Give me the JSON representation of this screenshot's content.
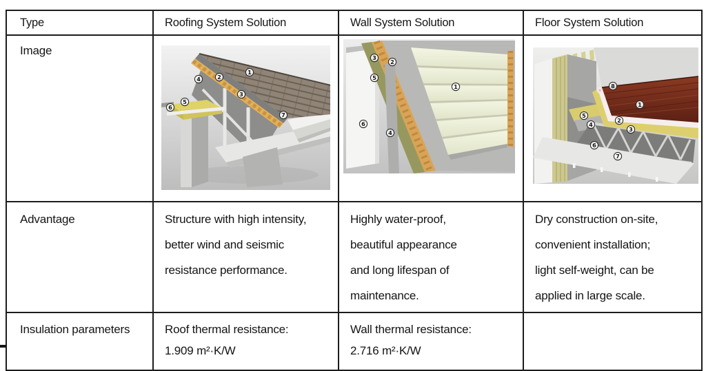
{
  "table": {
    "headers": [
      {
        "label": "Type"
      },
      {
        "label": "Roofing System Solution"
      },
      {
        "label": "Wall System Solution"
      },
      {
        "label": "Floor System Solution"
      }
    ],
    "row_labels": {
      "image": "Image",
      "advantage": "Advantage",
      "insulation": "Insulation parameters"
    },
    "advantage": {
      "roofing": [
        "Structure with high intensity,",
        "better wind and seismic",
        "resistance performance."
      ],
      "wall": [
        "Highly water-proof,",
        "beautiful appearance",
        "and long lifespan of",
        "maintenance."
      ],
      "floor": [
        "Dry construction on-site,",
        "convenient installation;",
        "light self-weight, can be",
        "applied in large scale."
      ]
    },
    "insulation": {
      "roofing": [
        "Roof thermal resistance:",
        "1.909 m²·K/W"
      ],
      "wall": [
        "Wall thermal resistance:",
        "2.716 m²·K/W"
      ],
      "floor": []
    }
  },
  "images": {
    "roofing": {
      "name": "roofing-system-3d-cutaway",
      "callouts": [
        "1",
        "2",
        "3",
        "4",
        "5",
        "6",
        "7"
      ],
      "palette": {
        "shingles": "#8f8476",
        "membrane": "#7e7e7c",
        "batten": "#e3b058",
        "insulation": "#ded269",
        "structure": "#ececea"
      }
    },
    "wall": {
      "name": "wall-system-3d-cutaway",
      "callouts": [
        "1",
        "2",
        "3",
        "4",
        "5",
        "6"
      ],
      "palette": {
        "siding": "#eef0da",
        "sheathing": "#b8b8b6",
        "osb_strip": "#d9a455",
        "membrane": "#97985f",
        "outer_panel": "#f5f5f3"
      }
    },
    "floor": {
      "name": "floor-system-3d-cutaway",
      "callouts": [
        "1",
        "2",
        "3",
        "4",
        "5",
        "6",
        "7",
        "8"
      ],
      "palette": {
        "wood_floor": "#7a2f1c",
        "underlay": "#f6eeee",
        "insulation": "#ddcf6e",
        "truss": "#d5d5d3",
        "studs": "#cdc98e"
      }
    }
  }
}
